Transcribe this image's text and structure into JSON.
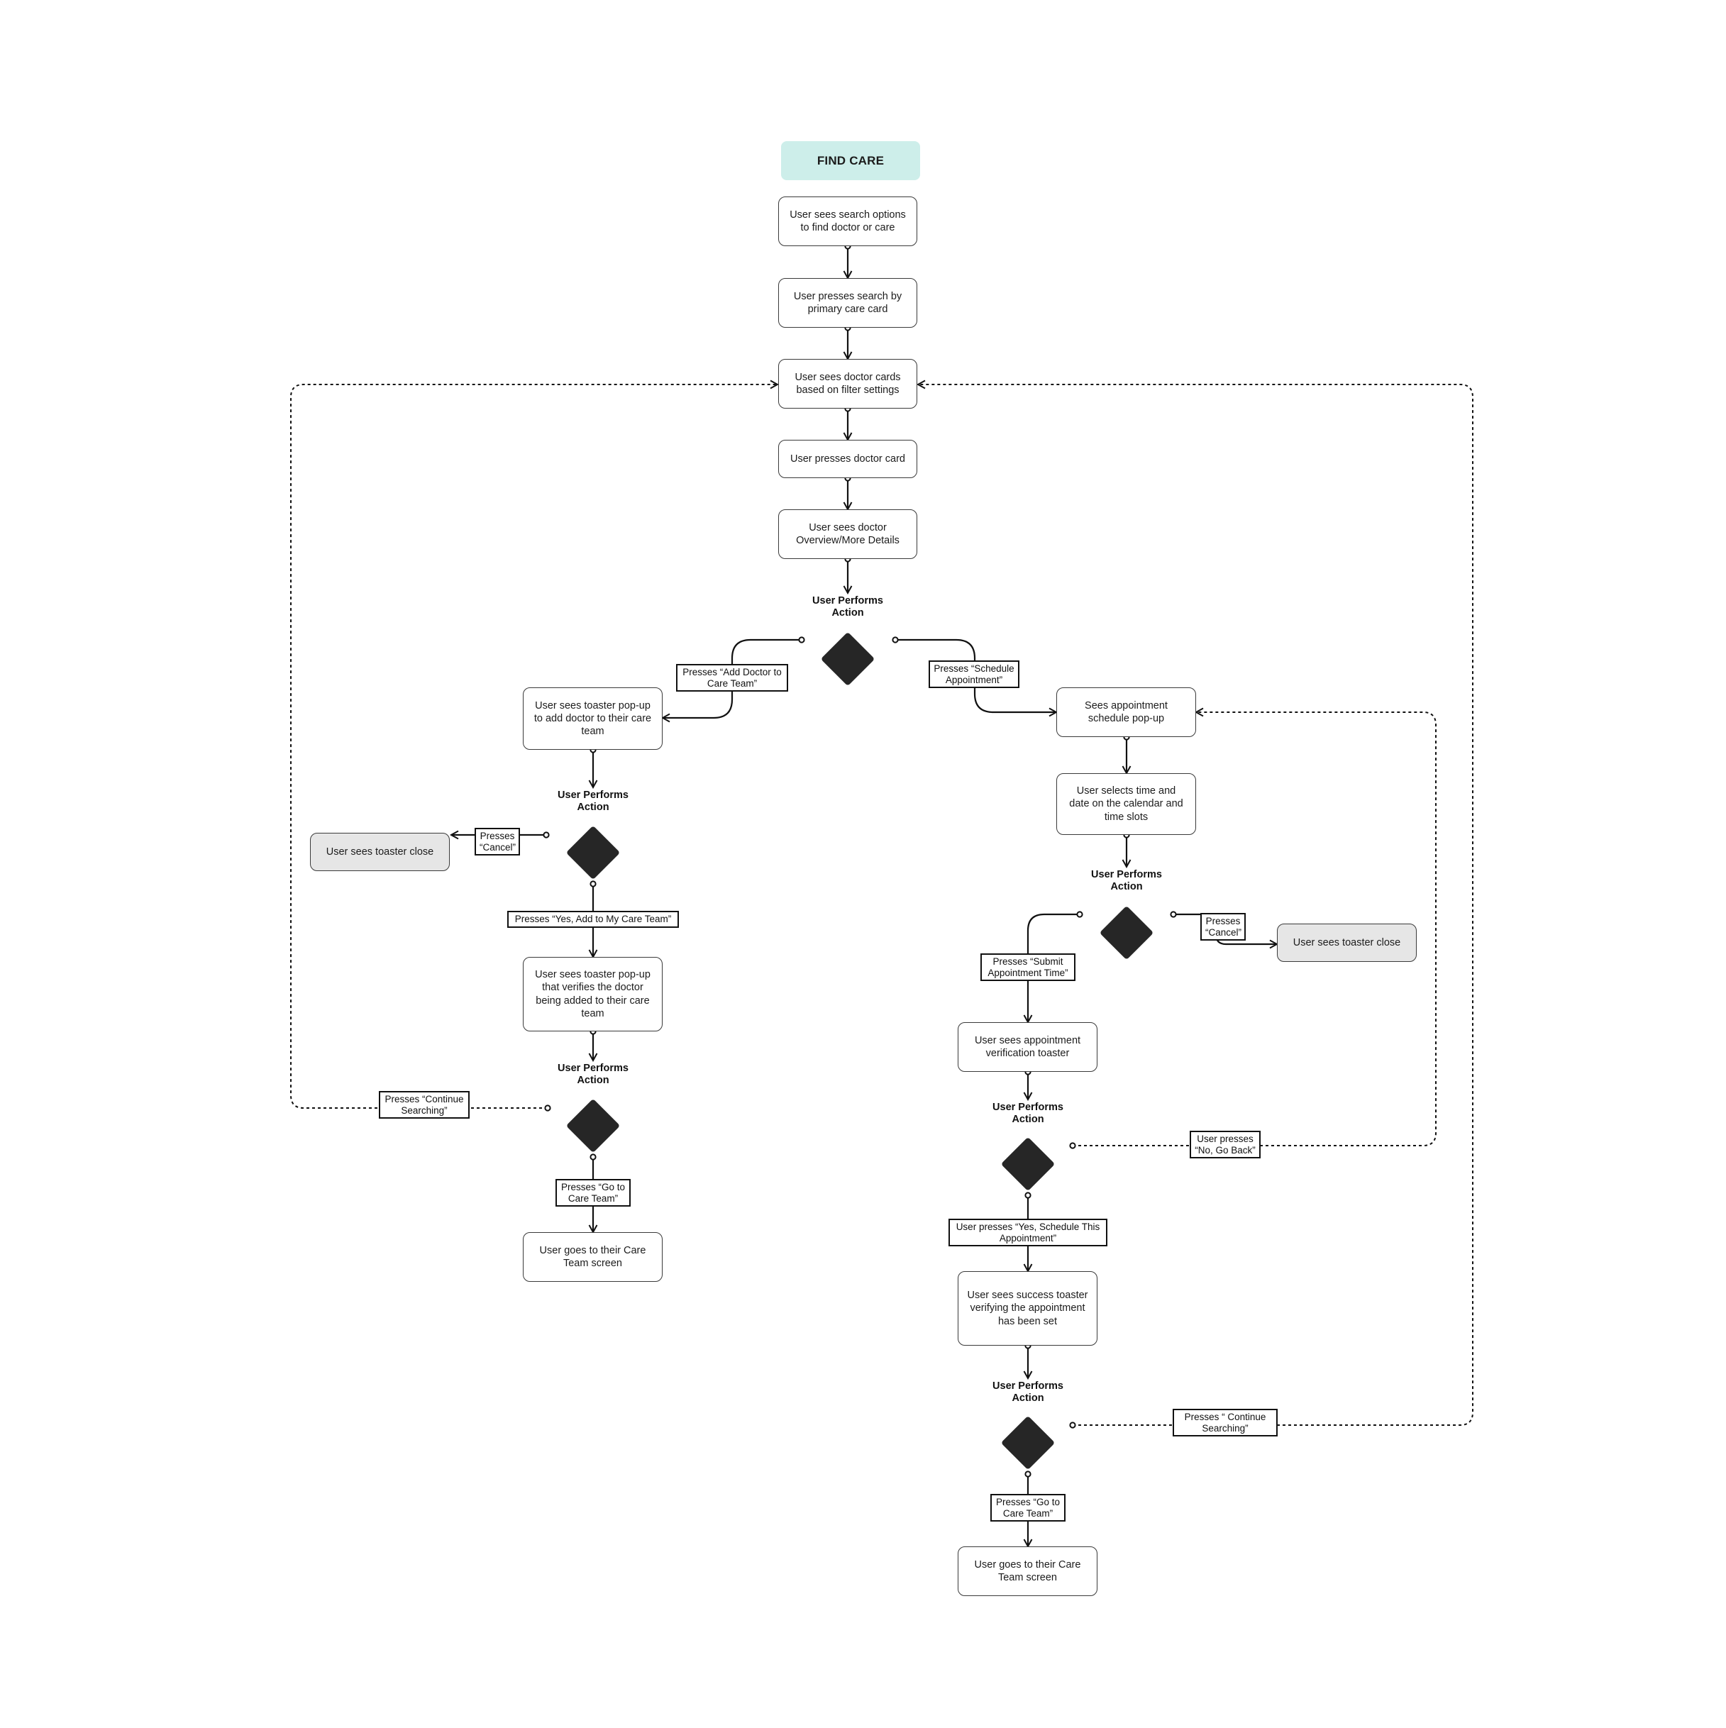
{
  "colors": {
    "start_fill": "#cdeeea",
    "terminal_fill": "#e6e6e6",
    "decision_fill": "#262626",
    "line": "#111111"
  },
  "start": "FIND CARE",
  "nodes": {
    "search_options": "User sees search options to find doctor or care",
    "press_primary_care": "User presses search by primary care card",
    "doctor_cards": "User sees doctor cards based on filter settings",
    "press_doctor_card": "User presses doctor card",
    "doctor_overview": "User sees doctor Overview/More Details",
    "toaster_add_doctor": "User sees toaster pop-up to add doctor to their care team",
    "toaster_close_left": "User sees toaster close",
    "toaster_verify_added": "User sees toaster pop-up that verifies the doctor being added to their care team",
    "care_team_left": "User goes to their Care Team screen",
    "schedule_popup": "Sees appointment schedule pop-up",
    "select_time": "User selects time and date on the calendar and time slots",
    "toaster_close_right": "User sees toaster close",
    "appt_verification": "User sees appointment verification toaster",
    "success_toaster": "User sees success toaster verifying the appointment has been set",
    "care_team_right": "User goes to their Care Team screen"
  },
  "decision_title": "User Performs Action",
  "labels": {
    "add_doctor": "Presses “Add Doctor to Care Team”",
    "schedule_appt": "Presses “Schedule Appointment”",
    "cancel_left": "Presses “Cancel”",
    "yes_add": "Presses “Yes, Add to My Care Team”",
    "continue_left": "Presses “Continue Searching”",
    "go_care_left": "Presses “Go to Care Team”",
    "cancel_right": "Presses “Cancel”",
    "submit_time": "Presses “Submit Appointment Time”",
    "no_go_back": "User presses “No, Go Back”",
    "yes_schedule": "User presses “Yes, Schedule This Appointment”",
    "continue_right": "Presses “ Continue Searching”",
    "go_care_right": "Presses “Go to Care Team”"
  }
}
